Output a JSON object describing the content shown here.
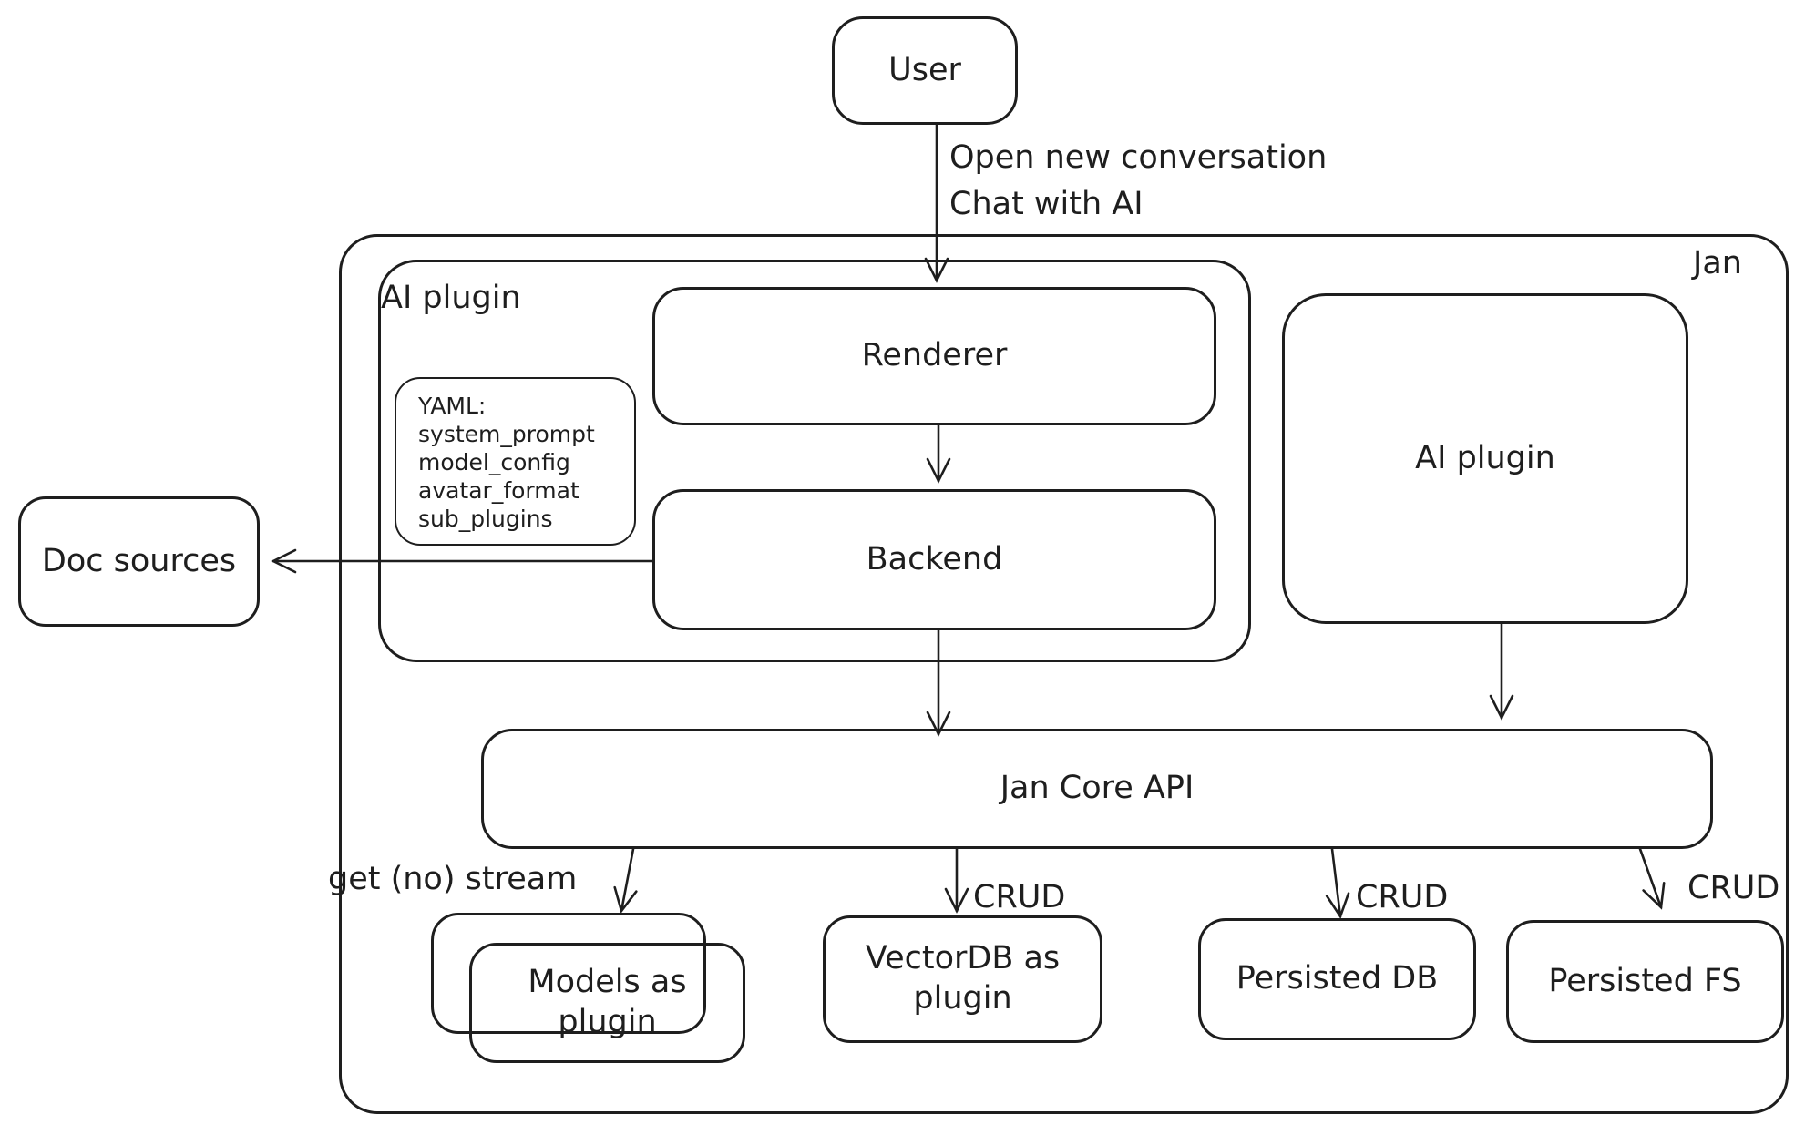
{
  "diagram": {
    "colors": {
      "stroke": "#1e1e1e",
      "background": "#ffffff"
    },
    "container": {
      "label": "Jan"
    },
    "groups": {
      "ai_plugin": {
        "label": "AI plugin"
      }
    },
    "nodes": {
      "user": {
        "label": "User"
      },
      "renderer": {
        "label": "Renderer"
      },
      "backend": {
        "label": "Backend"
      },
      "yaml_note": {
        "lines": [
          "YAML:",
          "system_prompt",
          "model_config",
          "avatar_format",
          "sub_plugins"
        ]
      },
      "ai_plugin_right": {
        "label": "AI plugin"
      },
      "doc_sources": {
        "label": "Doc sources"
      },
      "jan_core_api": {
        "label": "Jan Core API"
      },
      "models_as_plugin": {
        "label": "Models as plugin"
      },
      "vectordb_as_plugin": {
        "label": "VectorDB as plugin"
      },
      "persisted_db": {
        "label": "Persisted DB"
      },
      "persisted_fs": {
        "label": "Persisted FS"
      }
    },
    "edges": {
      "user_to_renderer": {
        "label_line1": "Open new conversation",
        "label_line2": "Chat with AI"
      },
      "api_to_models": {
        "label": "get (no) stream"
      },
      "api_to_vectordb": {
        "label": "CRUD"
      },
      "api_to_persisted_db": {
        "label": "CRUD"
      },
      "api_to_persisted_fs": {
        "label": "CRUD"
      }
    }
  }
}
